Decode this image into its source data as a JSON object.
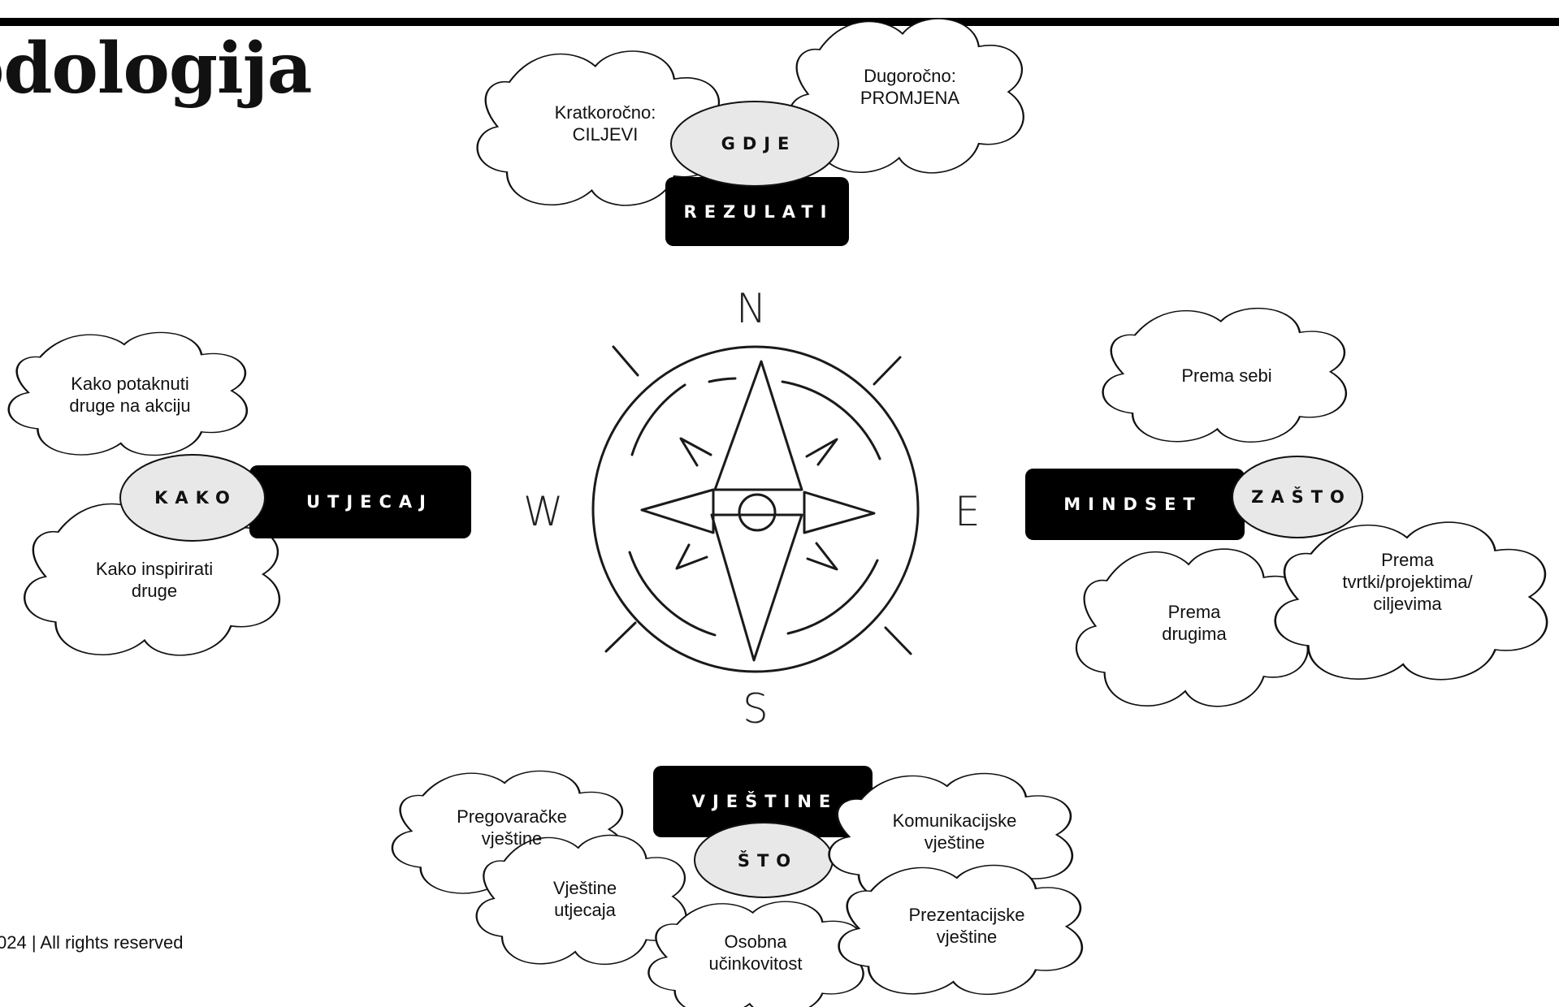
{
  "page": {
    "title": "odologija",
    "footer": "024 | All rights reserved"
  },
  "compass": {
    "n": "N",
    "s": "S",
    "e": "E",
    "w": "W"
  },
  "north": {
    "category": "REZULATI",
    "question": "GDJE",
    "clouds": [
      "Kratkoročno:\nCILJEVI",
      "Dugoročno:\nPROMJENA"
    ]
  },
  "west": {
    "category": "UTJECAJ",
    "question": "KAKO",
    "clouds": [
      "Kako potaknuti\ndruge na akciju",
      "Kako inspirirati\ndruge"
    ]
  },
  "east": {
    "category": "MINDSET",
    "question": "ZAŠTO",
    "clouds": [
      "Prema sebi",
      "Prema\ndrugima",
      "Prema\ntvrtki/projektima/\nciljevima"
    ]
  },
  "south": {
    "category": "VJEŠTINE",
    "question": "ŠTO",
    "clouds": [
      "Pregovaračke\nvještine",
      "Vještine\nutjecaja",
      "Osobna\nučinkovitost",
      "Komunikacijske\nvještine",
      "Prezentacijske\nvještine"
    ]
  },
  "colors": {
    "label_bg": "#000000",
    "bubble_fill": "#e8e8e8",
    "stroke": "#111111",
    "cloud_fill": "#ffffff"
  }
}
